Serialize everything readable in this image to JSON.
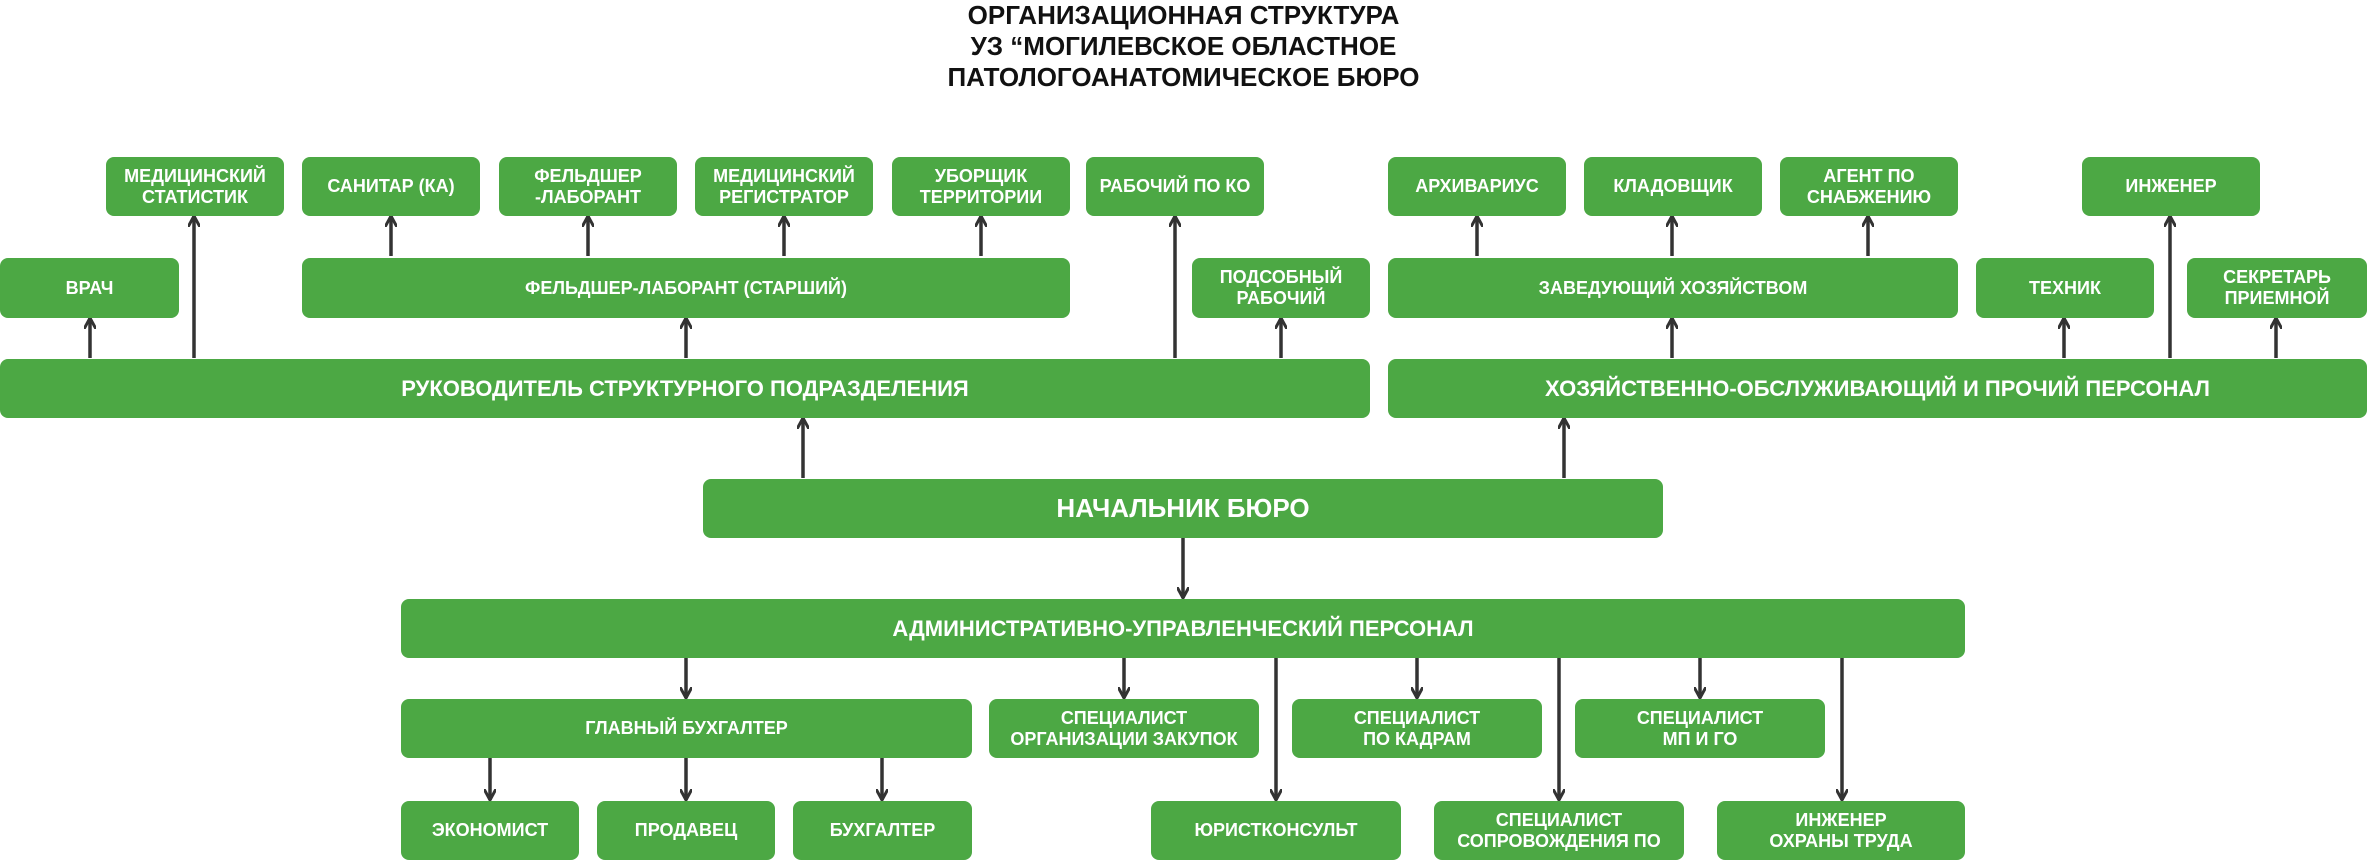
{
  "title": {
    "line1": "ОРГАНИЗАЦИОННАЯ СТРУКТУРА",
    "line2": "УЗ  “МОГИЛЕВСКОЕ ОБЛАСТНОЕ",
    "line3": "ПАТОЛОГОАНАТОМИЧЕСКОЕ БЮРО"
  },
  "colors": {
    "box": "#4ca844",
    "text": "#ffffff",
    "arrow": "#333333"
  },
  "nodes": {
    "chief": "НАЧАЛЬНИК БЮРО",
    "unit_head": "РУКОВОДИТЕЛЬ СТРУКТУРНОГО ПОДРАЗДЕЛЕНИЯ",
    "service_staff": "ХОЗЯЙСТВЕННО-ОБСЛУЖИВАЮЩИЙ И ПРОЧИЙ ПЕРСОНАЛ",
    "admin_staff": "АДМИНИСТРАТИВНО-УПРАВЛЕНЧЕСКИЙ ПЕРСОНАЛ",
    "doctor": "ВРАЧ",
    "medical_statistician": "МЕДИЦИНСКИЙ\nСТАТИСТИК",
    "senior_lab_assistant": "ФЕЛЬДШЕР-ЛАБОРАНТ (СТАРШИЙ)",
    "orderly": "САНИТАР (КА)",
    "lab_assistant": "ФЕЛЬДШЕР\n-ЛАБОРАНТ",
    "medical_registrar": "МЕДИЦИНСКИЙ\nРЕГИСТРАТОР",
    "territory_cleaner": "УБОРЩИК\nТЕРРИТОРИИ",
    "ko_worker": "РАБОЧИЙ ПО КО",
    "auxiliary_worker": "ПОДСОБНЫЙ\nРАБОЧИЙ",
    "supply_manager": "ЗАВЕДУЮЩИЙ ХОЗЯЙСТВОМ",
    "archivist": "АРХИВАРИУС",
    "storekeeper": "КЛАДОВЩИК",
    "supply_agent": "АГЕНТ ПО\nСНАБЖЕНИЮ",
    "technician": "ТЕХНИК",
    "engineer": "ИНЖЕНЕР",
    "secretary": "СЕКРЕТАРЬ\nПРИЕМНОЙ",
    "chief_accountant": "ГЛАВНЫЙ БУХГАЛТЕР",
    "procurement_specialist": "СПЕЦИАЛИСТ\nОРГАНИЗАЦИИ ЗАКУПОК",
    "hr_specialist": "СПЕЦИАЛИСТ\nПО КАДРАМ",
    "mp_go_specialist": "СПЕЦИАЛИСТ\nМП И ГО",
    "economist": "ЭКОНОМИСТ",
    "seller": "ПРОДАВЕЦ",
    "accountant": "БУХГАЛТЕР",
    "legal_adviser": "ЮРИСТКОНСУЛЬТ",
    "software_support_specialist": "СПЕЦИАЛИСТ\nСОПРОВОЖДЕНИЯ ПО",
    "labor_safety_engineer": "ИНЖЕНЕР\nОХРАНЫ ТРУДА"
  }
}
